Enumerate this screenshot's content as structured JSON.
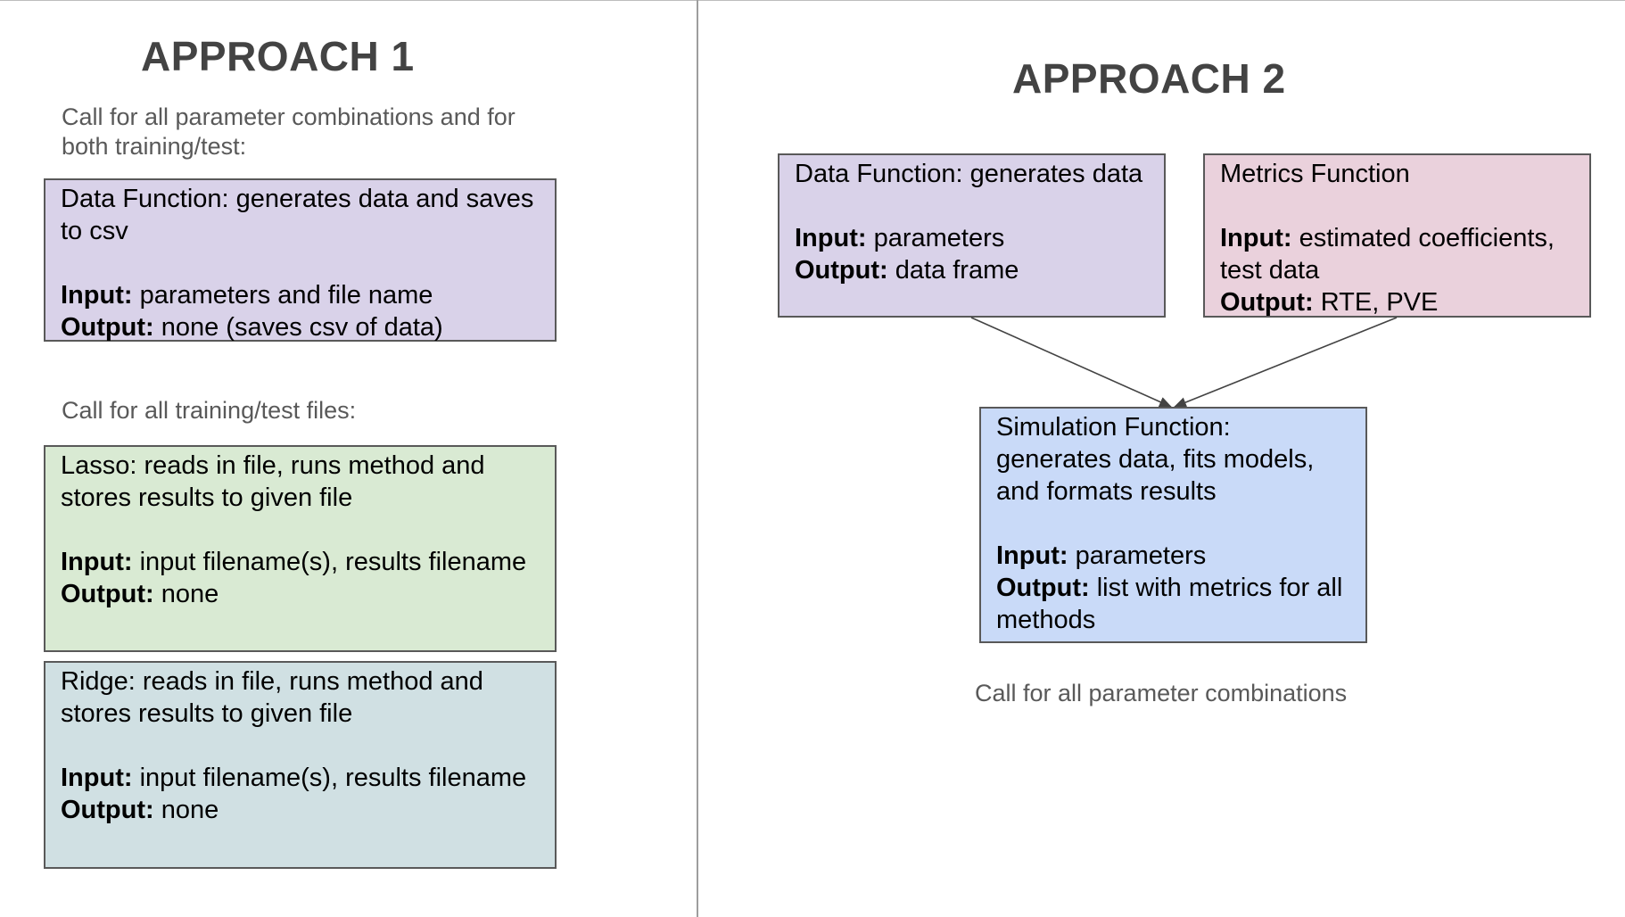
{
  "approach1": {
    "title": "APPROACH 1",
    "note_top": "Call for all parameter combinations and for both training/test:",
    "data_function": {
      "desc": "Data Function: generates data and saves to csv",
      "input_label": "Input:",
      "input_value": "parameters and file name",
      "output_label": "Output:",
      "output_value": "none (saves csv of data)"
    },
    "note_mid": "Call for all training/test files:",
    "lasso": {
      "desc": "Lasso: reads in file, runs method and stores results to given file",
      "input_label": "Input:",
      "input_value": "input filename(s), results filename",
      "output_label": "Output:",
      "output_value": "none"
    },
    "ridge": {
      "desc": "Ridge: reads in file, runs method and stores results to given file",
      "input_label": "Input:",
      "input_value": "input filename(s), results filename",
      "output_label": "Output:",
      "output_value": "none"
    }
  },
  "approach2": {
    "title": "APPROACH 2",
    "data_function": {
      "desc": "Data Function: generates data",
      "input_label": "Input:",
      "input_value": "parameters",
      "output_label": "Output:",
      "output_value": "data frame"
    },
    "metrics_function": {
      "desc": "Metrics Function",
      "input_label": "Input:",
      "input_value": "estimated coefficients, test data",
      "output_label": "Output:",
      "output_value": "RTE, PVE"
    },
    "simulation_function": {
      "desc": "Simulation Function: generates data, fits models, and formats results",
      "input_label": "Input:",
      "input_value": "parameters",
      "output_label": "Output:",
      "output_value": "list with metrics for all methods"
    },
    "note_bottom": "Call for all parameter combinations"
  },
  "colors": {
    "purple": "#d9d2e9",
    "green": "#d9ead3",
    "gray_blue": "#d0e0e3",
    "pink": "#ead1dc",
    "blue": "#c9daf8",
    "heading": "#434343",
    "note": "#595959"
  }
}
